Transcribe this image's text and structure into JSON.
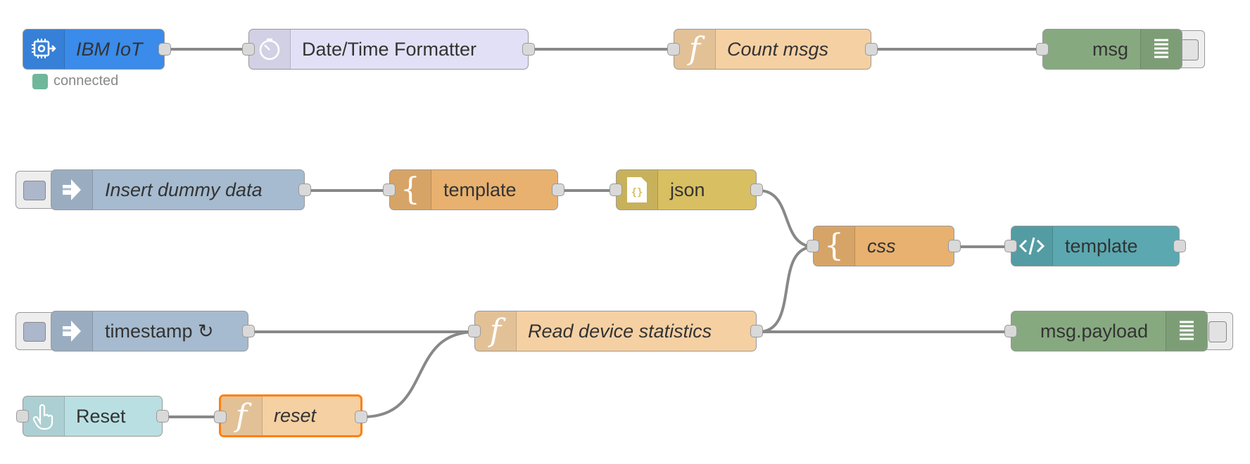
{
  "flow": {
    "row1": {
      "ibm_iot": {
        "label": "IBM IoT",
        "status": "connected",
        "color": "#3b8bea"
      },
      "datetime": {
        "label": "Date/Time Formatter",
        "color": "#e2e0f6"
      },
      "count": {
        "label": "Count msgs",
        "color": "#f5d0a3"
      },
      "msg_debug": {
        "label": "msg",
        "color": "#87a980"
      }
    },
    "row2": {
      "inject_dummy": {
        "label": "Insert dummy data",
        "color": "#a6bbcf"
      },
      "template": {
        "label": "template",
        "color": "#e8b16f"
      },
      "json": {
        "label": "json",
        "color": "#d8bf62"
      },
      "css": {
        "label": "css",
        "color": "#e8b16f"
      },
      "ui_template": {
        "label": "template",
        "color": "#5ba8b0"
      }
    },
    "row3": {
      "inject_timestamp": {
        "label": "timestamp ↻",
        "color": "#a6bbcf"
      },
      "read_stats": {
        "label": "Read device statistics",
        "color": "#f5d0a3"
      },
      "payload_debug": {
        "label": "msg.payload",
        "color": "#87a980"
      }
    },
    "row4": {
      "reset_button": {
        "label": "Reset",
        "color": "#b9dfe2"
      },
      "reset_fn": {
        "label": "reset",
        "color": "#f5d0a3"
      }
    }
  },
  "icons": {
    "ibm_iot": "chip-icon",
    "datetime": "clock-icon",
    "function": "function-icon",
    "debug": "debug-list-icon",
    "inject": "inject-arrow-icon",
    "template": "brace-icon",
    "json": "json-file-icon",
    "ui_template": "code-icon",
    "button": "hand-pointer-icon"
  },
  "colors": {
    "wire": "#888888",
    "port_fill": "#d9d9d9",
    "selected_border": "#ff7f0e",
    "status_connected": "#55aa88"
  }
}
